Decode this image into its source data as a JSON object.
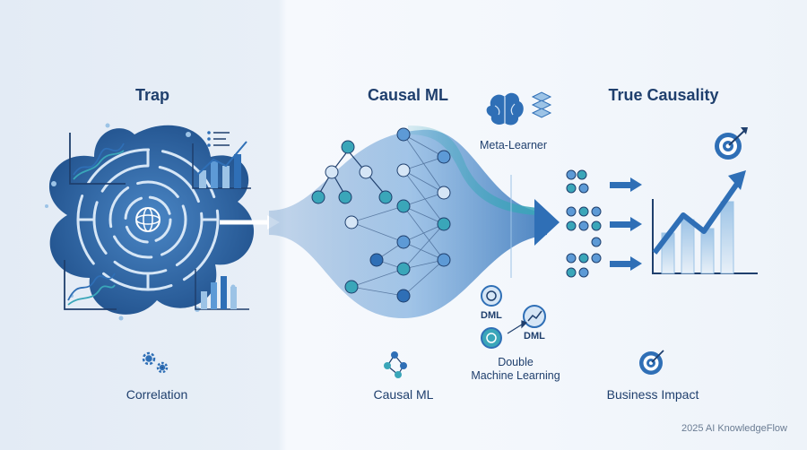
{
  "sections": {
    "trap": {
      "title": "Trap",
      "caption": "Correlation"
    },
    "causal_ml": {
      "title": "Causal ML",
      "caption": "Causal ML"
    },
    "true_causality": {
      "title": "True Causality",
      "caption": "Business Impact"
    }
  },
  "labels": {
    "meta_learner": "Meta-Learner",
    "dml_1": "DML",
    "dml_2": "DML",
    "double_ml_line1": "Double",
    "double_ml_line2": "Machine Learning"
  },
  "footer": "2025 AI KnowledgeFlow",
  "colors": {
    "navy": "#1f3f6d",
    "blue": "#2f6fb6",
    "teal": "#3aa6b9",
    "light_blue": "#9cc3e6"
  },
  "icons": [
    "maze-icon",
    "gears-icon",
    "brain-icon",
    "network-icon",
    "target-icon",
    "growth-chart-icon"
  ]
}
